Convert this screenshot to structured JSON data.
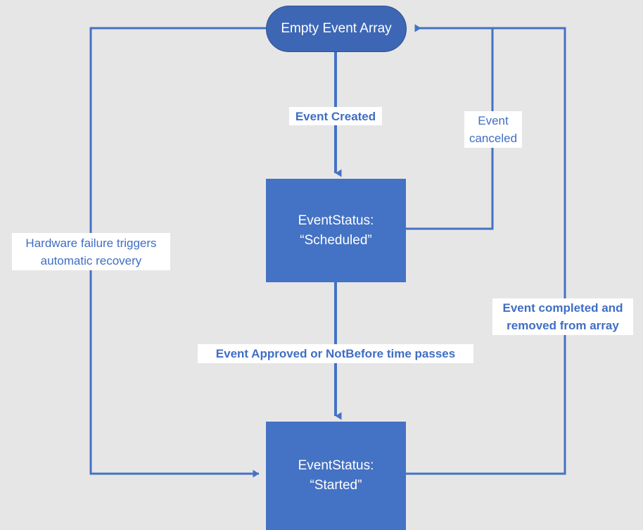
{
  "diagram": {
    "type": "state-diagram",
    "background_color": "#e6e6e6",
    "node_fill": "#4472c4",
    "start_node_fill": "#3d67b5",
    "edge_color": "#4472c4",
    "label_text_color": "#3f6ec4",
    "label_background": "#ffffff",
    "node_text_color": "#ffffff",
    "nodes": [
      {
        "id": "empty-event-array",
        "label": "Empty Event Array",
        "shape": "rounded-rectangle"
      },
      {
        "id": "event-status-scheduled",
        "label": "EventStatus:\n“Scheduled”",
        "shape": "rectangle"
      },
      {
        "id": "event-status-started",
        "label": "EventStatus:\n“Started”",
        "shape": "rectangle"
      }
    ],
    "edges": [
      {
        "id": "event-created",
        "from": "empty-event-array",
        "to": "event-status-scheduled",
        "label": "Event Created",
        "bold": true
      },
      {
        "id": "event-canceled",
        "from": "event-status-scheduled",
        "to": "empty-event-array",
        "label": "Event\ncanceled",
        "bold": false
      },
      {
        "id": "event-approved",
        "from": "event-status-scheduled",
        "to": "event-status-started",
        "label": "Event Approved or NotBefore time passes",
        "bold": true
      },
      {
        "id": "event-completed",
        "from": "event-status-started",
        "to": "empty-event-array",
        "label": "Event completed and\nremoved from array",
        "bold": true
      },
      {
        "id": "hardware-failure",
        "from": "empty-event-array",
        "to": "event-status-started",
        "label": "Hardware failure triggers\nautomatic recovery",
        "bold": false
      }
    ]
  }
}
